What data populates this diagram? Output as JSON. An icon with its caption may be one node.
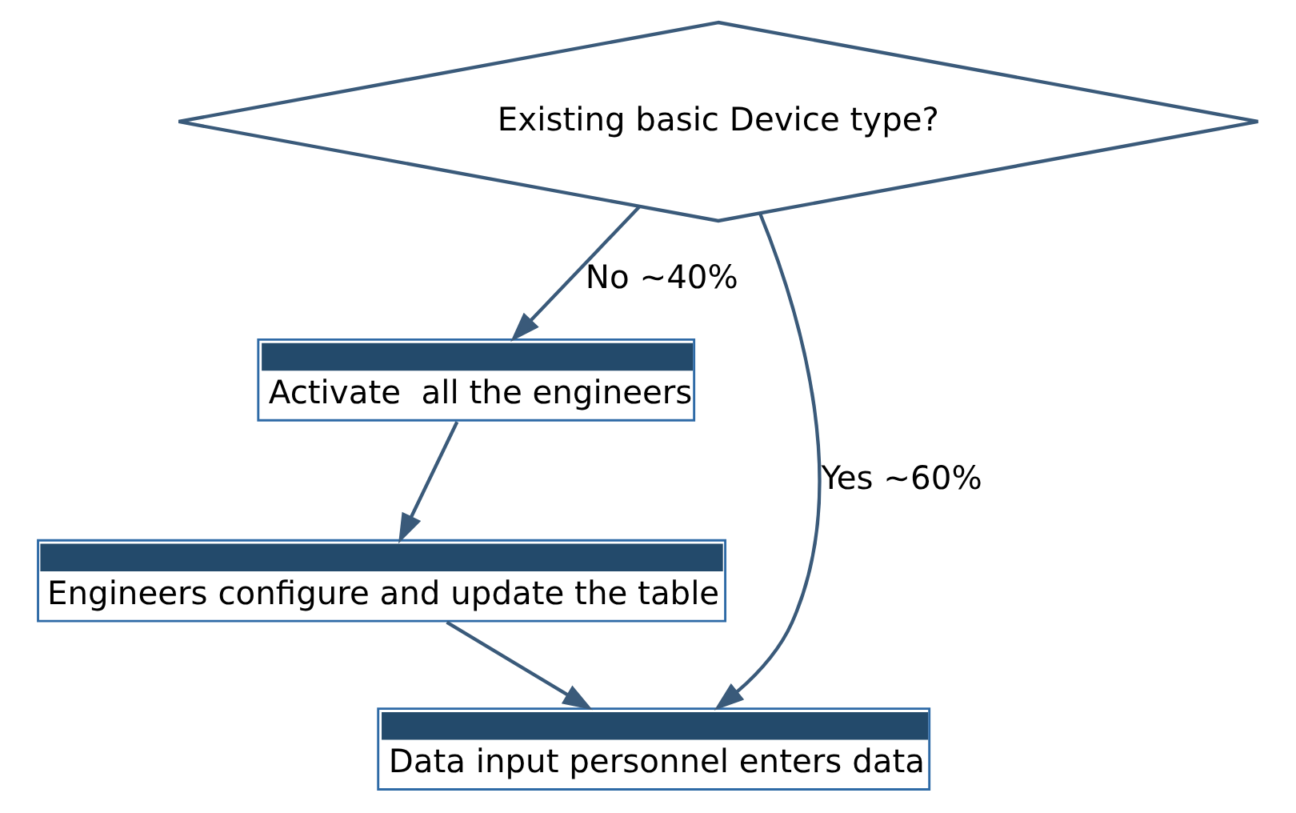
{
  "diagram": {
    "nodes": [
      {
        "text": [
          "Existing basic Device type?"
        ]
      },
      {
        "text": [
          "Activate  all the engineers"
        ]
      },
      {
        "text": [
          "Engineers configure and update the table"
        ]
      },
      {
        "text": [
          "Data input personnel enters data"
        ]
      }
    ],
    "edges": [
      {
        "from": 0,
        "to": 3,
        "arrow": "to",
        "label": "Yes ~60%"
      },
      {
        "from": 0,
        "to": 1,
        "arrow": "to",
        "label": "No ~40%"
      },
      {
        "from": 1,
        "to": 2,
        "arrow": "to"
      },
      {
        "from": 2,
        "to": 3,
        "arrow": "to"
      }
    ]
  }
}
